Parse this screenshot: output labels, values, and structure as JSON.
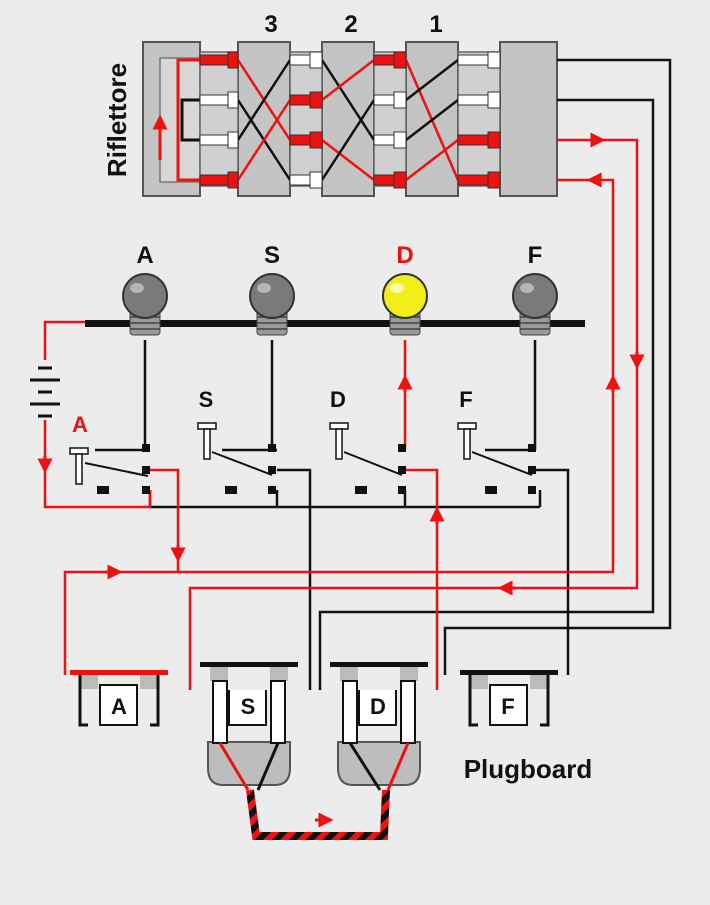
{
  "colors": {
    "background": "#ececec",
    "active_wire": "#ee1111",
    "wire": "#111111",
    "lit_lamp": "#f2ee1a",
    "dark_lamp": "#7a7a7a",
    "rotor_fill": "#c8c8c8",
    "active_label": "#ee1111"
  },
  "reflector": {
    "label": "Riflettore"
  },
  "rotors": [
    {
      "label": "3"
    },
    {
      "label": "2"
    },
    {
      "label": "1"
    }
  ],
  "lamps": [
    {
      "label": "A",
      "lit": false
    },
    {
      "label": "S",
      "lit": false
    },
    {
      "label": "D",
      "lit": true
    },
    {
      "label": "F",
      "lit": false
    }
  ],
  "keys": [
    {
      "label": "A",
      "pressed": true
    },
    {
      "label": "S",
      "pressed": false
    },
    {
      "label": "D",
      "pressed": false
    },
    {
      "label": "F",
      "pressed": false
    }
  ],
  "plugboard": {
    "title": "Plugboard",
    "sockets": [
      {
        "label": "A",
        "plugged": false
      },
      {
        "label": "S",
        "plugged": true
      },
      {
        "label": "D",
        "plugged": true
      },
      {
        "label": "F",
        "plugged": false
      }
    ]
  }
}
